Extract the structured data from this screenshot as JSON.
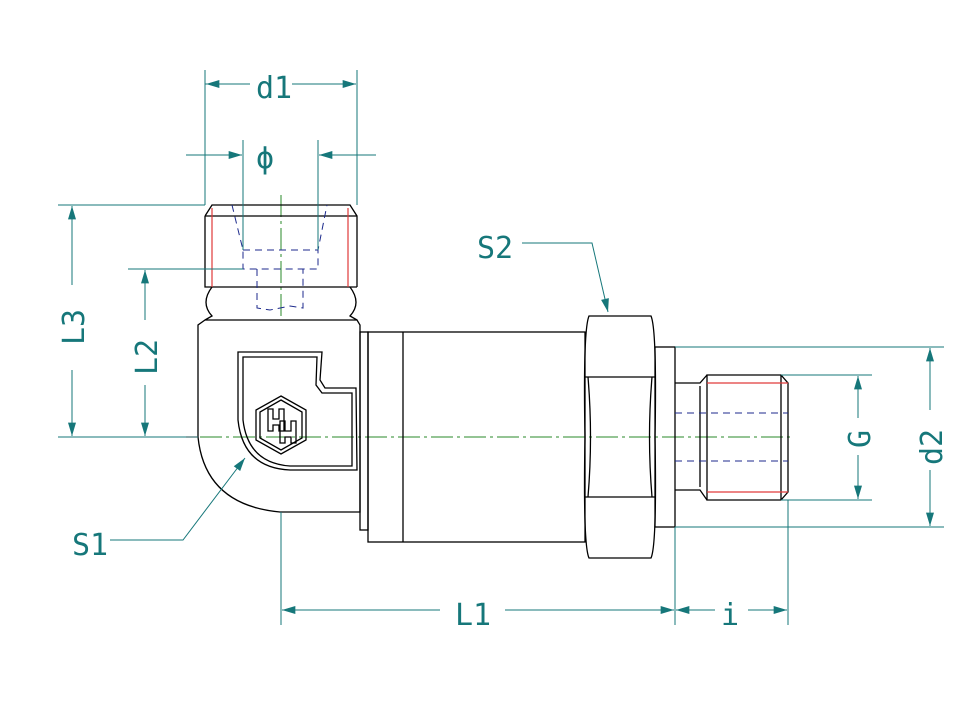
{
  "drawing": {
    "title": "Elbow pressure transmitter fitting",
    "colors": {
      "dimension": "#16777a",
      "outline": "#000000",
      "thread": "#e03a3a",
      "hidden": "#1c2a8c",
      "centerline": "#2a8a2a"
    },
    "labels": {
      "d1": "d1",
      "phi": "ϕ",
      "L3": "L3",
      "L2": "L2",
      "S1": "S1",
      "S2": "S2",
      "L1": "L1",
      "i": "i",
      "G": "G",
      "d2": "d2"
    },
    "logo": "HH"
  }
}
